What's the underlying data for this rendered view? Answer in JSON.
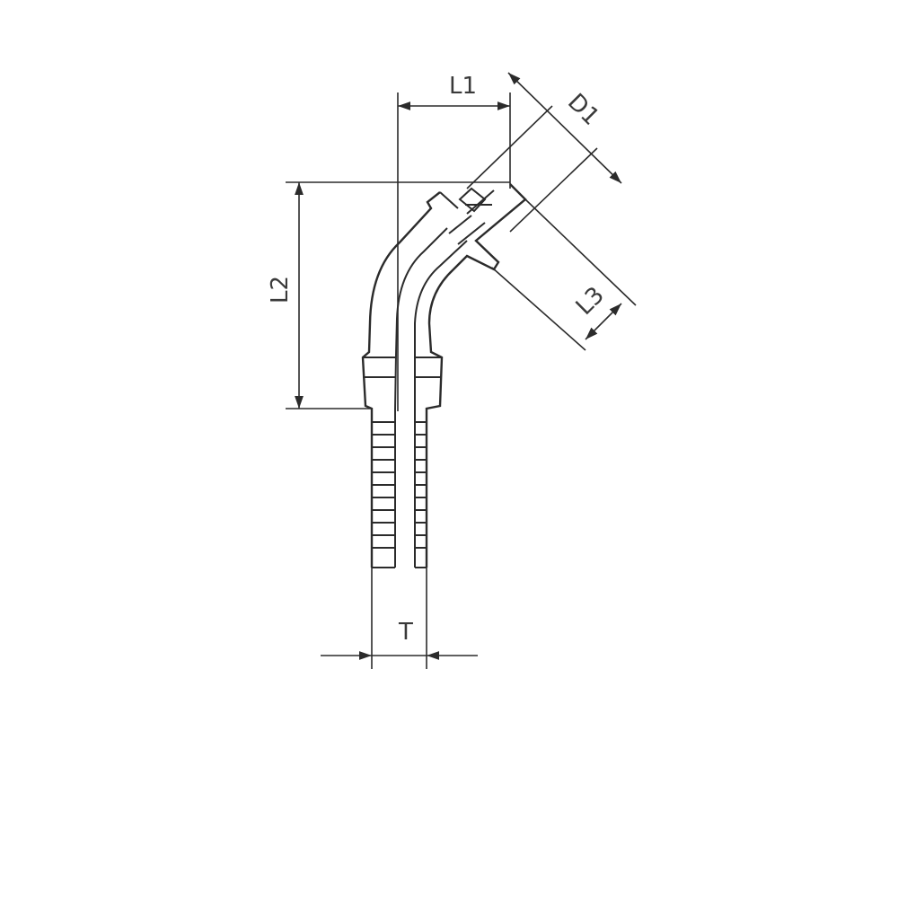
{
  "colors": {
    "line": "#2b2b2b",
    "label": "#3a3a3a",
    "background": "#ffffff"
  },
  "dimensions": {
    "l1": "L1",
    "l2": "L2",
    "l3": "L3",
    "d1": "D1",
    "t": "T"
  }
}
